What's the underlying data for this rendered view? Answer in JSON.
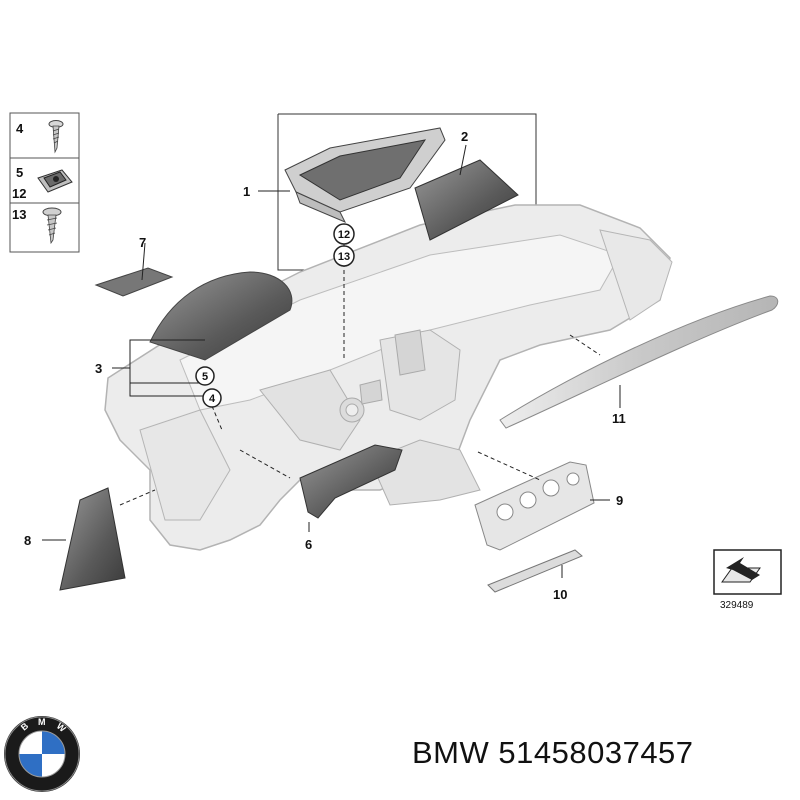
{
  "parts_legend": [
    {
      "number": "4"
    },
    {
      "number": "5"
    },
    {
      "number": "12"
    },
    {
      "number": "13"
    }
  ],
  "callouts": {
    "c1": "1",
    "c2": "2",
    "c3": "3",
    "c4": "4",
    "c5": "5",
    "c6": "6",
    "c7": "7",
    "c8": "8",
    "c9": "9",
    "c10": "10",
    "c11": "11",
    "c12": "12",
    "c13": "13"
  },
  "diagram_id": "329489",
  "brand": {
    "name": "BMW",
    "part_number": "51458037457"
  },
  "logo": {
    "letters": "BMW",
    "colors": {
      "blue": "#2f6fc4",
      "ring": "#1a1a1a",
      "white": "#ffffff"
    }
  }
}
